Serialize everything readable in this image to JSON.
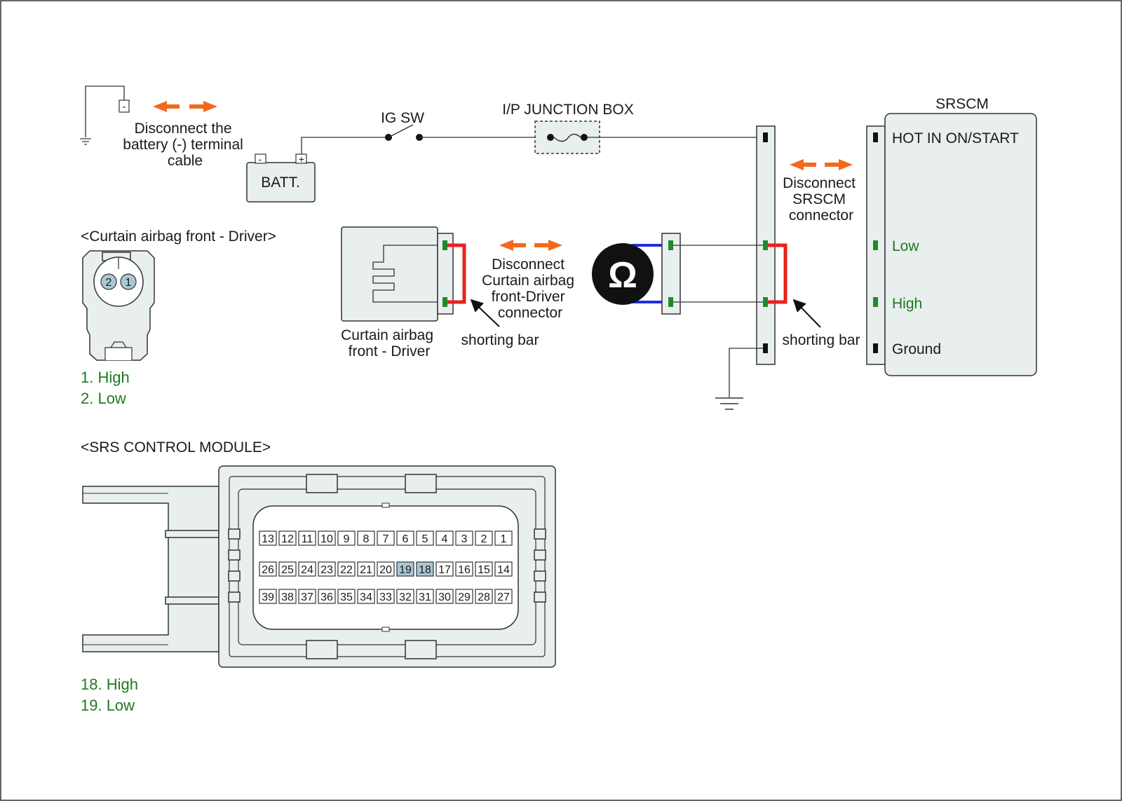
{
  "colors": {
    "arrow": "#f26a1b",
    "shorting_bar": "#e8211d",
    "meter_lead": "#1d2fe0",
    "terminal_green": "#1f8a2a",
    "terminal_black": "#111111",
    "highlight_pin": "#a9c8d4",
    "body_fill": "#e9eeee"
  },
  "labels": {
    "disconnect_battery": [
      "Disconnect the",
      "battery (-) terminal",
      "cable"
    ],
    "batt": "BATT.",
    "batt_minus": "-",
    "batt_plus": "+",
    "ground_minus": "-",
    "ig_sw": "IG SW",
    "ip_junction_box": "I/P JUNCTION BOX",
    "srscm": "SRSCM",
    "hot_in": "HOT IN ON/START",
    "low": "Low",
    "high": "High",
    "ground": "Ground",
    "disconnect_srscm": [
      "Disconnect",
      "SRSCM",
      "connector"
    ],
    "disconnect_curtain": [
      "Disconnect",
      "Curtain airbag",
      "front-Driver",
      "connector"
    ],
    "curtain_component": [
      "Curtain airbag",
      "front - Driver"
    ],
    "shorting_bar": "shorting bar",
    "ohm_symbol": "Ω"
  },
  "curtain_connector": {
    "title": "<Curtain airbag front - Driver>",
    "pins": [
      "2",
      "1"
    ],
    "legend": [
      "1. High",
      "2. Low"
    ]
  },
  "srs_module": {
    "title": "<SRS CONTROL MODULE>",
    "rows": [
      [
        "13",
        "12",
        "11",
        "10",
        "9",
        "8",
        "7",
        "6",
        "5",
        "4",
        "3",
        "2",
        "1"
      ],
      [
        "26",
        "25",
        "24",
        "23",
        "22",
        "21",
        "20",
        "19",
        "18",
        "17",
        "16",
        "15",
        "14"
      ],
      [
        "39",
        "38",
        "37",
        "36",
        "35",
        "34",
        "33",
        "32",
        "31",
        "30",
        "29",
        "28",
        "27"
      ]
    ],
    "highlighted": [
      "19",
      "18"
    ],
    "legend": [
      "18. High",
      "19. Low"
    ]
  }
}
